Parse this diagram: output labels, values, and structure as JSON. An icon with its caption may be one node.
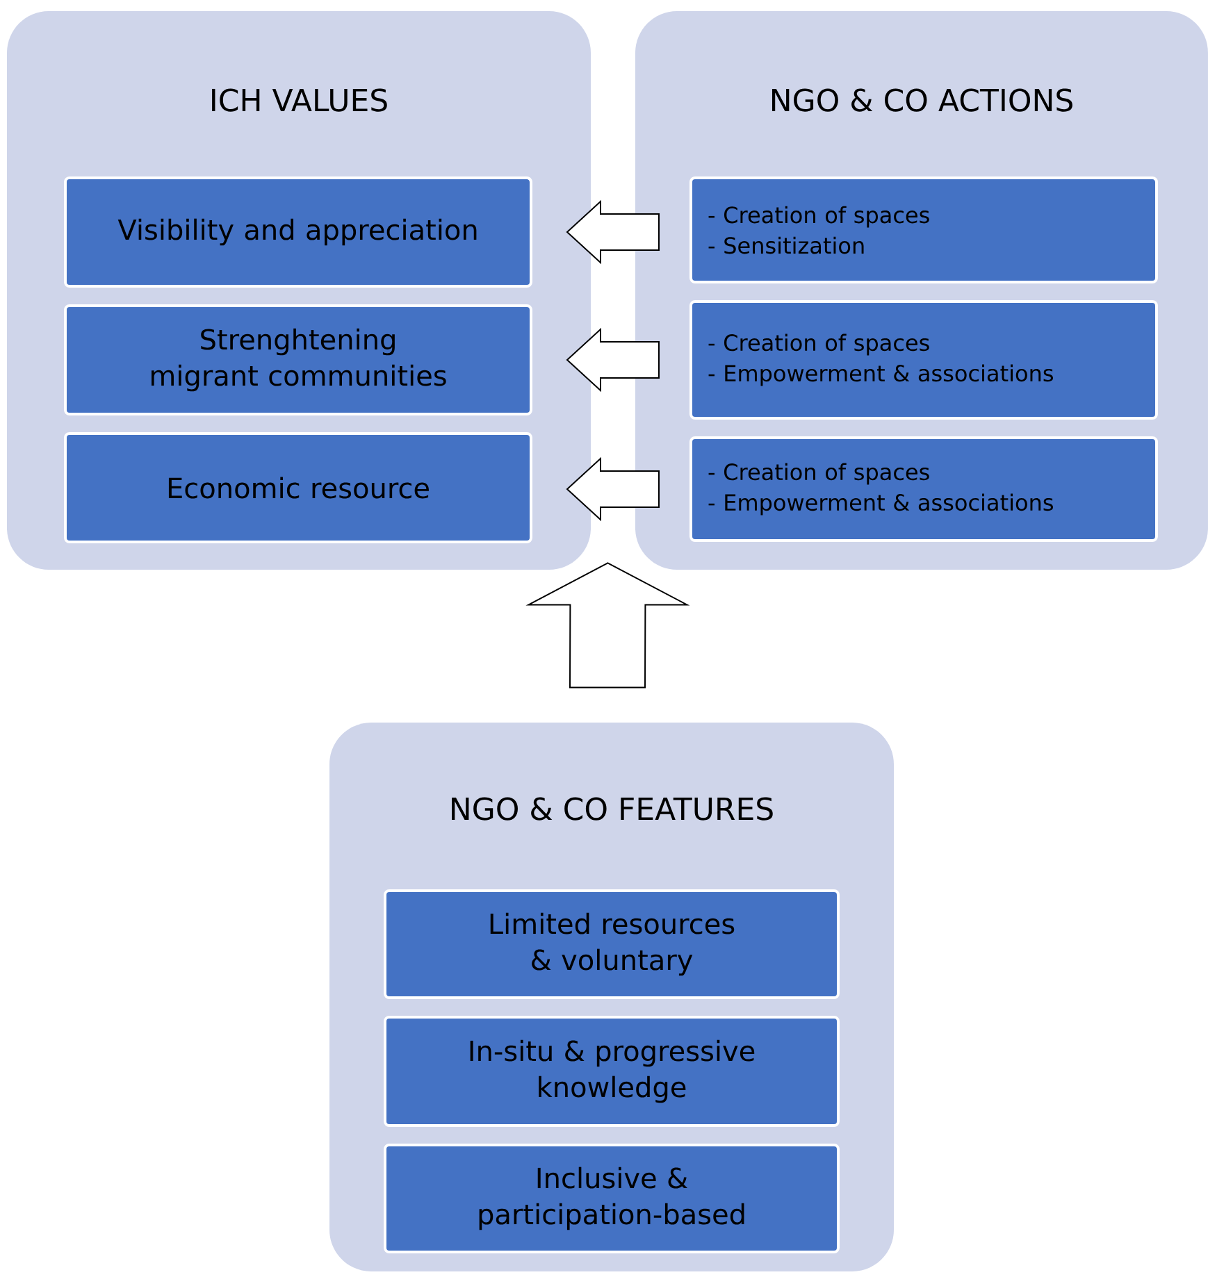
{
  "diagram": {
    "nodes": [
      {
        "text": [
          "ICH VALUES"
        ]
      },
      {
        "text": [
          "Visibility and appreciation"
        ],
        "in": 0
      },
      {
        "text": [
          "Strenghtening migrant communities"
        ],
        "in": 0
      },
      {
        "text": [
          "Economic resource"
        ],
        "in": 0
      },
      {
        "text": [
          "NGO & CO ACTIONS"
        ]
      },
      {
        "text": [
          "- Creation of spaces",
          "- Sensitization"
        ],
        "in": 4
      },
      {
        "text": [
          "- Creation of spaces",
          "- Empowerment & associations"
        ],
        "in": 4
      },
      {
        "text": [
          "- Creation of spaces",
          "- Empowerment & associations"
        ],
        "in": 4
      },
      {
        "text": [
          "NGO & CO FEATURES"
        ]
      },
      {
        "text": [
          "Limited resources & voluntary"
        ],
        "in": 8
      },
      {
        "text": [
          "In-situ & progressive knowledge"
        ],
        "in": 8
      },
      {
        "text": [
          "Inclusive & participation-based"
        ],
        "in": 8
      }
    ],
    "edges": [
      {
        "from": 5,
        "to": 1,
        "arrow": "to"
      },
      {
        "from": 6,
        "to": 2,
        "arrow": "to"
      },
      {
        "from": 7,
        "to": 3,
        "arrow": "to"
      },
      {
        "from": 8,
        "to": 0,
        "arrow": "to"
      }
    ]
  }
}
